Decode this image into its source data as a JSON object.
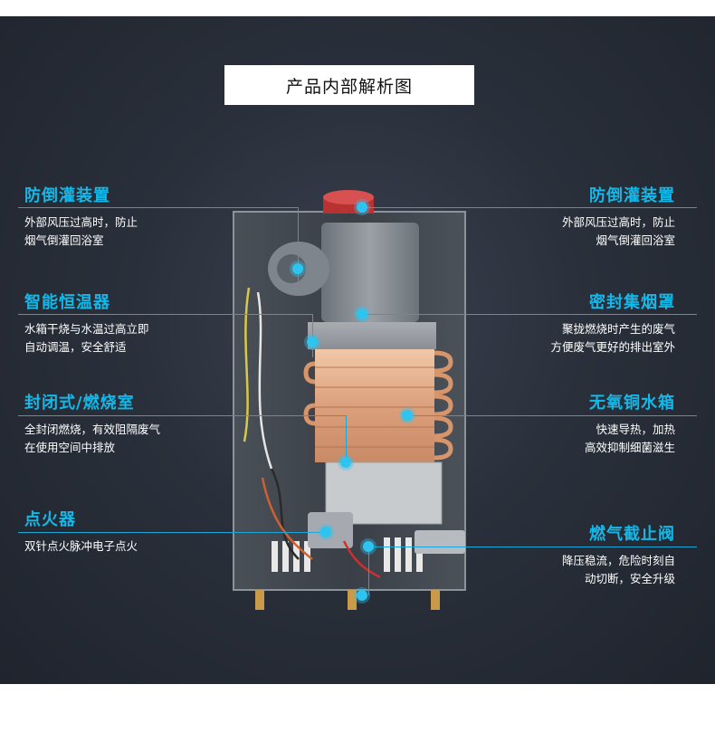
{
  "title": "产品内部解析图",
  "features_left": [
    {
      "heading": "防倒灌装置",
      "desc": [
        "外部风压过高时，防止",
        "烟气倒灌回浴室"
      ]
    },
    {
      "heading": "智能恒温器",
      "desc": [
        "水箱干烧与水温过高立即",
        "自动调温，安全舒适"
      ]
    },
    {
      "heading": "封闭式/燃烧室",
      "desc": [
        "全封闭燃烧，有效阻隔废气",
        "在使用空间中排放"
      ]
    },
    {
      "heading": "点火器",
      "desc": [
        "双针点火脉冲电子点火"
      ]
    }
  ],
  "features_right": [
    {
      "heading": "防倒灌装置",
      "desc": [
        "外部风压过高时，防止",
        "烟气倒灌回浴室"
      ]
    },
    {
      "heading": "密封集烟罩",
      "desc": [
        "聚拢燃烧时产生的废气",
        "方便废气更好的排出室外"
      ]
    },
    {
      "heading": "无氧铜水箱",
      "desc": [
        "快速导热，加热",
        "高效抑制细菌滋生"
      ]
    },
    {
      "heading": "燃气截止阀",
      "desc": [
        "降压稳流，危险时刻自",
        "动切断，安全升级"
      ]
    }
  ],
  "colors": {
    "accent": "#14b8e8",
    "background": "#2a303b",
    "copper": "#d4956a"
  }
}
